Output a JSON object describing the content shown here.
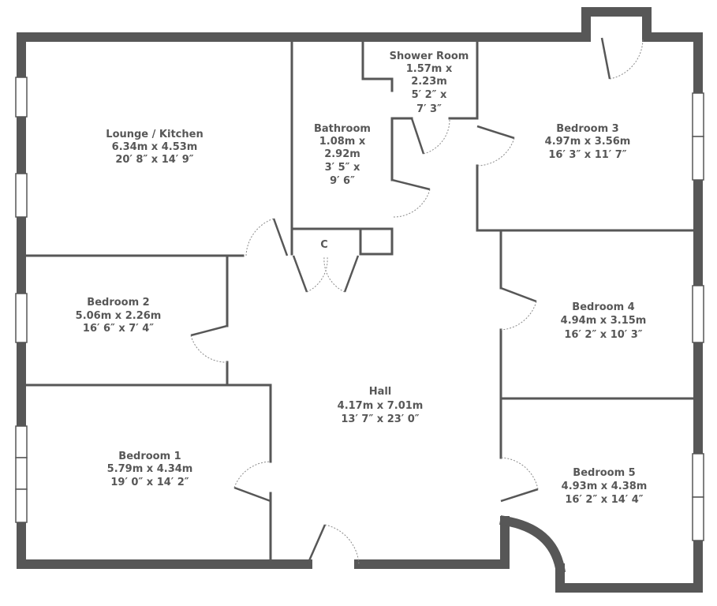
{
  "plan": {
    "wall_color": "#575757",
    "background": "#ffffff",
    "rooms": [
      {
        "id": "lounge",
        "name": "Lounge / Kitchen",
        "metric": "6.34m x 4.53m",
        "imperial": "20′ 8″ x 14′ 9″"
      },
      {
        "id": "bathroom",
        "name": "Bathroom",
        "metric_line1": "1.08m x",
        "metric_line2": "2.92m",
        "imperial_line1": "3′ 5″ x",
        "imperial_line2": "9′ 6″"
      },
      {
        "id": "shower",
        "name": "Shower Room",
        "metric_line1": "1.57m x",
        "metric_line2": "2.23m",
        "imperial_line1": "5′ 2″ x",
        "imperial_line2": "7′ 3″"
      },
      {
        "id": "bedroom3",
        "name": "Bedroom 3",
        "metric": "4.97m x 3.56m",
        "imperial": "16′ 3″ x 11′ 7″"
      },
      {
        "id": "cupboard",
        "name": "C"
      },
      {
        "id": "bedroom2",
        "name": "Bedroom 2",
        "metric": "5.06m x 2.26m",
        "imperial": "16′ 6″ x 7′ 4″"
      },
      {
        "id": "bedroom4",
        "name": "Bedroom 4",
        "metric": "4.94m x 3.15m",
        "imperial": "16′ 2″ x 10′ 3″"
      },
      {
        "id": "hall",
        "name": "Hall",
        "metric": "4.17m x 7.01m",
        "imperial": "13′ 7″ x 23′ 0″"
      },
      {
        "id": "bedroom1",
        "name": "Bedroom 1",
        "metric": "5.79m x 4.34m",
        "imperial": "19′ 0″ x 14′ 2″"
      },
      {
        "id": "bedroom5",
        "name": "Bedroom 5",
        "metric": "4.93m x 4.38m",
        "imperial": "16′ 2″ x 14′ 4″"
      }
    ]
  }
}
